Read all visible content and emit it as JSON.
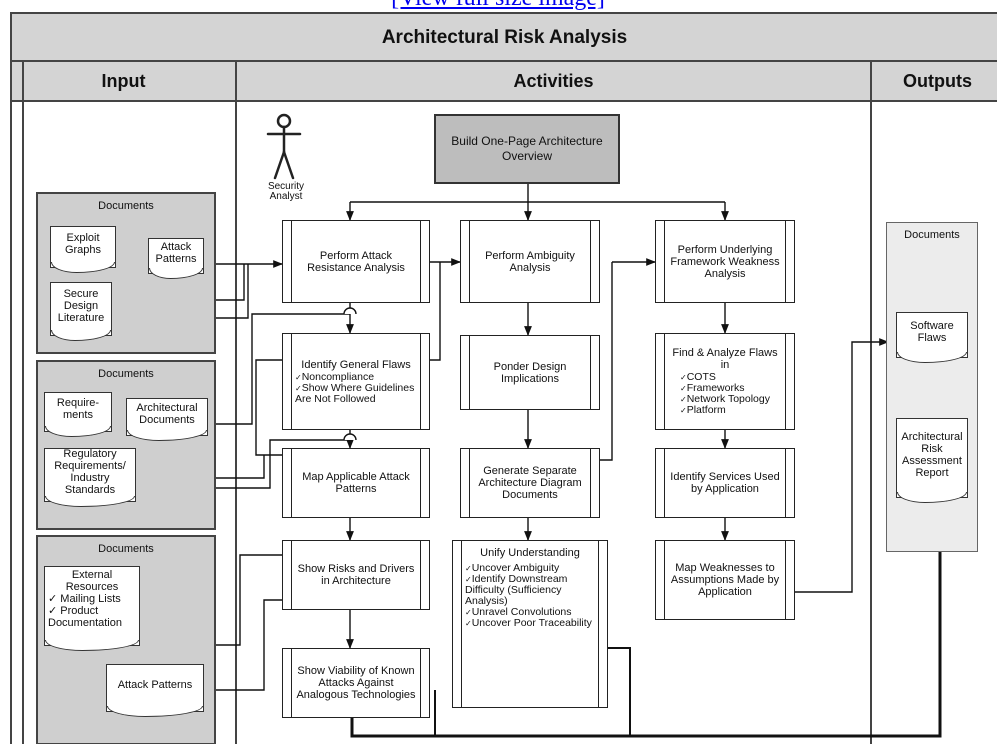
{
  "header_link": "[View full size image]",
  "title": "Architectural Risk Analysis",
  "columns": {
    "input": "Input",
    "activities": "Activities",
    "outputs": "Outputs"
  },
  "actor": {
    "label_1": "Security",
    "label_2": "Analyst"
  },
  "input_groups": [
    {
      "title": "Documents",
      "docs": [
        "Exploit Graphs",
        "Attack Patterns",
        "Secure Design Literature"
      ]
    },
    {
      "title": "Documents",
      "docs": [
        "Require-ments",
        "Architectural Documents",
        "Regulatory Requirements/ Industry Standards"
      ]
    },
    {
      "title": "Documents",
      "docs": [
        "External Resources",
        "Attack Patterns"
      ],
      "external_items": [
        "Mailing Lists",
        "Product Documentation"
      ]
    }
  ],
  "activities": {
    "start": "Build One-Page Architecture Overview",
    "attack_resistance": {
      "head": "Perform Attack Resistance Analysis",
      "identify_flaws": {
        "title": "Identify General Flaws",
        "items": [
          "Noncompliance",
          "Show Where Guidelines Are Not Followed"
        ]
      },
      "map_patterns": "Map Applicable Attack Patterns",
      "show_risks": "Show Risks and Drivers in Architecture",
      "show_viability": "Show Viability of Known Attacks Against Analogous Technologies"
    },
    "ambiguity": {
      "head": "Perform Ambiguity Analysis",
      "ponder": "Ponder Design Implications",
      "generate": "Generate Separate Architecture Diagram Documents",
      "unify": {
        "title": "Unify Understanding",
        "items": [
          "Uncover Ambiguity",
          "Identify Downstream Difficulty (Sufficiency Analysis)",
          "Unravel Convolutions",
          "Uncover Poor Traceability"
        ]
      }
    },
    "framework": {
      "head": "Perform Underlying Framework Weakness Analysis",
      "find_flaws": {
        "title": "Find & Analyze Flaws in",
        "items": [
          "COTS",
          "Frameworks",
          "Network Topology",
          "Platform"
        ]
      },
      "identify_services": "Identify Services Used by Application",
      "map_weaknesses": "Map Weaknesses to Assumptions Made by Application"
    }
  },
  "outputs": {
    "title": "Documents",
    "docs": [
      "Software Flaws",
      "Architectural Risk Assessment Report"
    ]
  }
}
